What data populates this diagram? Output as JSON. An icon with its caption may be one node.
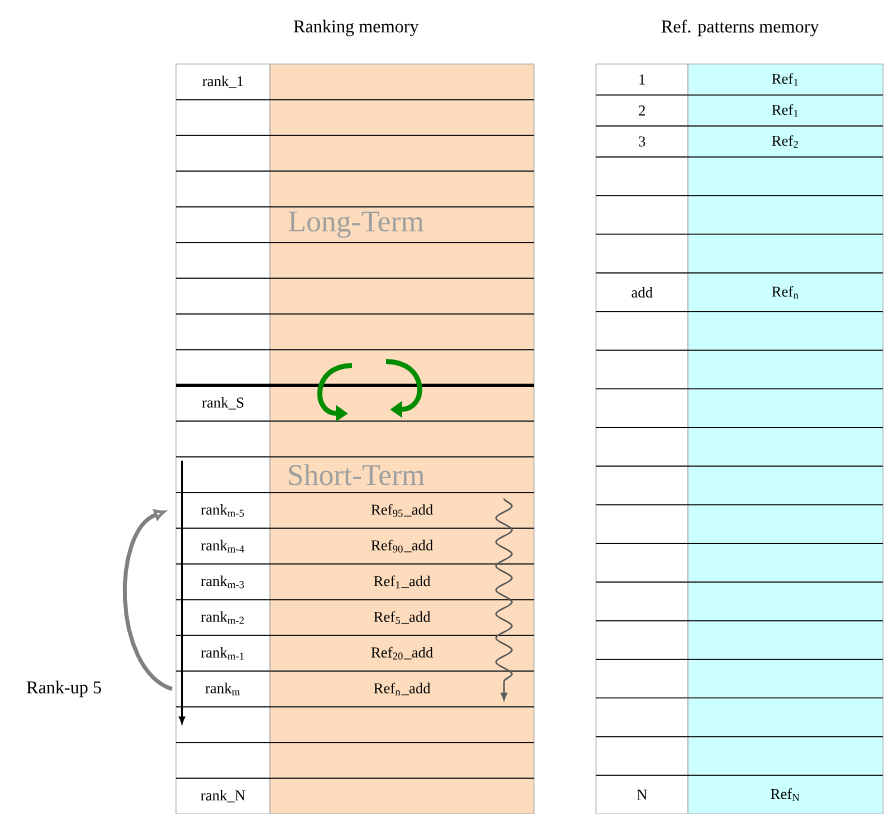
{
  "diagram": {
    "labels": [
      "Ranking memory",
      "Ref. patterns memory",
      "rank_1",
      "Long-Term",
      "rank_S",
      "Short-Term",
      "rank$_{m-5}$",
      "Ref$_{95}$_add",
      "rank$_{m-4}$",
      "Ref$_{90}$_add",
      "rank$_{m-3}$",
      "Ref$_{1}$_add",
      "rank$_{m-2}$",
      "Ref$_{5}$_add",
      "rank$_{m-1}$",
      "Ref$_{20}$_add",
      "Rank-up 5",
      "rank$_{m}$",
      "Ref$_{n}$_add",
      "rank_N",
      "1",
      "Ref$_{1}$",
      "2",
      "Ref$_{1}$",
      "3",
      "Ref$_{2}$",
      "add",
      "Ref$_{n}$",
      "N",
      "Ref$_{N}$"
    ]
  }
}
